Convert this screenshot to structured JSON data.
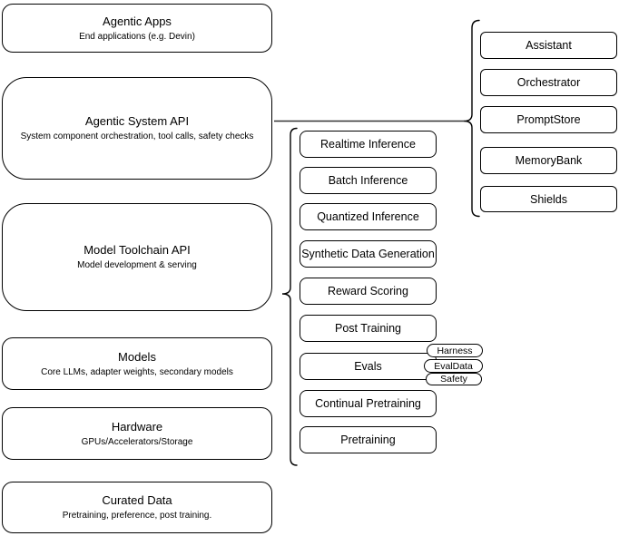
{
  "colors": {
    "stroke": "#000000",
    "fill": "#ffffff",
    "connector": "#333333"
  },
  "left_column": [
    {
      "title": "Agentic Apps",
      "subtitle": "End applications (e.g. Devin)"
    },
    {
      "title": "Agentic System API",
      "subtitle": "System component orchestration, tool calls, safety checks"
    },
    {
      "title": "Model Toolchain API",
      "subtitle": "Model development & serving"
    },
    {
      "title": "Models",
      "subtitle": "Core LLMs, adapter weights, secondary models"
    },
    {
      "title": "Hardware",
      "subtitle": "GPUs/Accelerators/Storage"
    },
    {
      "title": "Curated Data",
      "subtitle": "Pretraining, preference, post training."
    }
  ],
  "toolchain_components": [
    "Realtime Inference",
    "Batch Inference",
    "Quantized Inference",
    "Synthetic Data Generation",
    "Reward Scoring",
    "Post Training",
    "Evals",
    "Continual Pretraining",
    "Pretraining"
  ],
  "eval_pills": [
    "Harness",
    "EvalData",
    "Safety"
  ],
  "system_components": [
    "Assistant",
    "Orchestrator",
    "PromptStore",
    "MemoryBank",
    "Shields"
  ]
}
